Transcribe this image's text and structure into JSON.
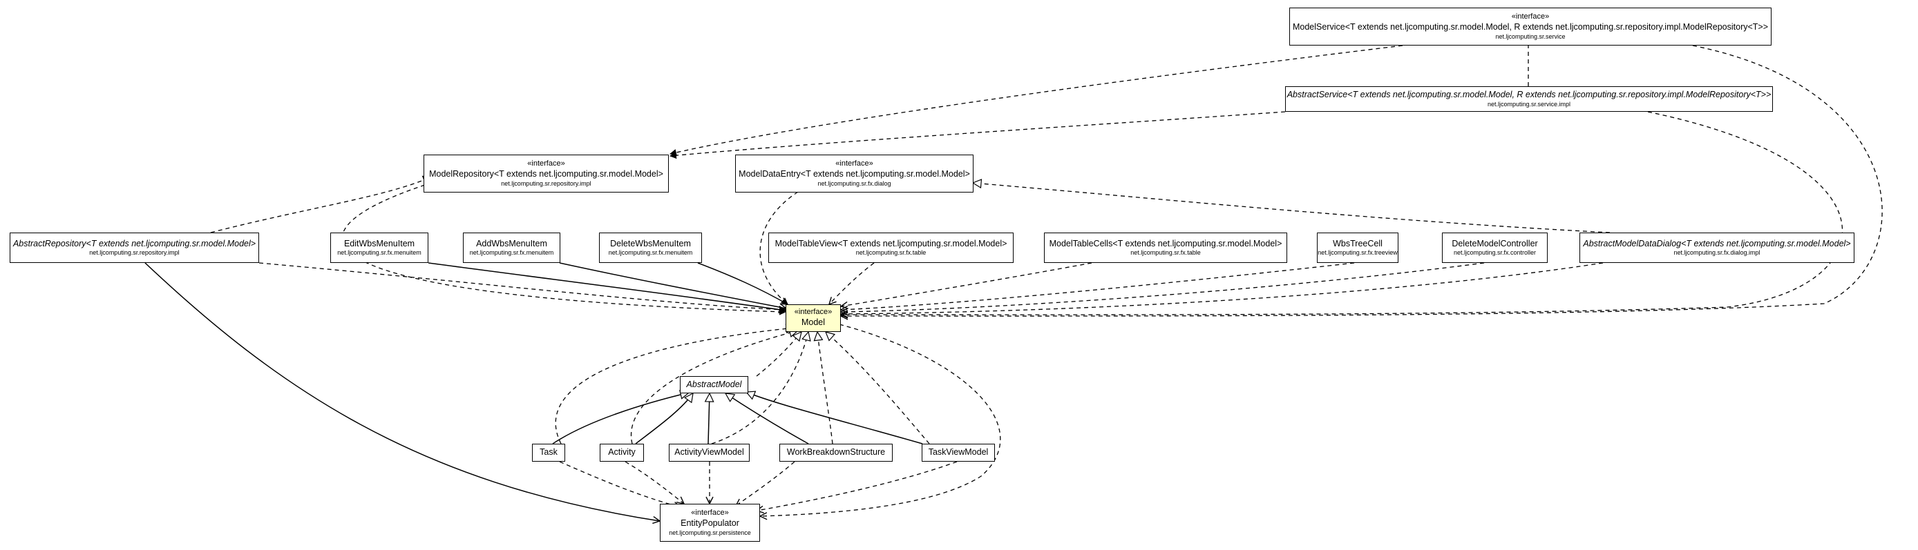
{
  "diagram": {
    "nodes": {
      "model_service": {
        "stereotype": "«interface»",
        "name": "ModelService<T extends net.ljcomputing.sr.model.Model, R extends net.ljcomputing.sr.repository.impl.ModelRepository<T>>",
        "package": "net.ljcomputing.sr.service"
      },
      "abstract_service": {
        "name": "AbstractService<T extends net.ljcomputing.sr.model.Model, R extends net.ljcomputing.sr.repository.impl.ModelRepository<T>>",
        "package": "net.ljcomputing.sr.service.impl"
      },
      "model_repository": {
        "stereotype": "«interface»",
        "name": "ModelRepository<T extends net.ljcomputing.sr.model.Model>",
        "package": "net.ljcomputing.sr.repository.impl"
      },
      "model_data_entry": {
        "stereotype": "«interface»",
        "name": "ModelDataEntry<T extends net.ljcomputing.sr.model.Model>",
        "package": "net.ljcomputing.sr.fx.dialog"
      },
      "abstract_repository": {
        "name": "AbstractRepository<T extends net.ljcomputing.sr.model.Model>",
        "package": "net.ljcomputing.sr.repository.impl"
      },
      "edit_wbs_menu_item": {
        "name": "EditWbsMenuItem",
        "package": "net.ljcomputing.sr.fx.menuitem"
      },
      "add_wbs_menu_item": {
        "name": "AddWbsMenuItem",
        "package": "net.ljcomputing.sr.fx.menuitem"
      },
      "delete_wbs_menu_item": {
        "name": "DeleteWbsMenuItem",
        "package": "net.ljcomputing.sr.fx.menuitem"
      },
      "model_table_view": {
        "name": "ModelTableView<T extends net.ljcomputing.sr.model.Model>",
        "package": "net.ljcomputing.sr.fx.table"
      },
      "model_table_cells": {
        "name": "ModelTableCells<T extends net.ljcomputing.sr.model.Model>",
        "package": "net.ljcomputing.sr.fx.table"
      },
      "wbs_tree_cell": {
        "name": "WbsTreeCell",
        "package": "net.ljcomputing.sr.fx.treeview"
      },
      "delete_model_controller": {
        "name": "DeleteModelController",
        "package": "net.ljcomputing.sr.fx.controller"
      },
      "abstract_model_data_dialog": {
        "name": "AbstractModelDataDialog<T extends net.ljcomputing.sr.model.Model>",
        "package": "net.ljcomputing.sr.fx.dialog.impl"
      },
      "model": {
        "stereotype": "«interface»",
        "name": "Model"
      },
      "abstract_model": {
        "name": "AbstractModel"
      },
      "task": {
        "name": "Task"
      },
      "activity": {
        "name": "Activity"
      },
      "activity_view_model": {
        "name": "ActivityViewModel"
      },
      "work_breakdown_structure": {
        "name": "WorkBreakdownStructure"
      },
      "task_view_model": {
        "name": "TaskViewModel"
      },
      "entity_populator": {
        "stereotype": "«interface»",
        "name": "EntityPopulator",
        "package": "net.ljcomputing.sr.persistence"
      }
    },
    "colors": {
      "highlight_fill": "#ffffcc",
      "stroke": "#000000",
      "background": "#ffffff"
    }
  }
}
